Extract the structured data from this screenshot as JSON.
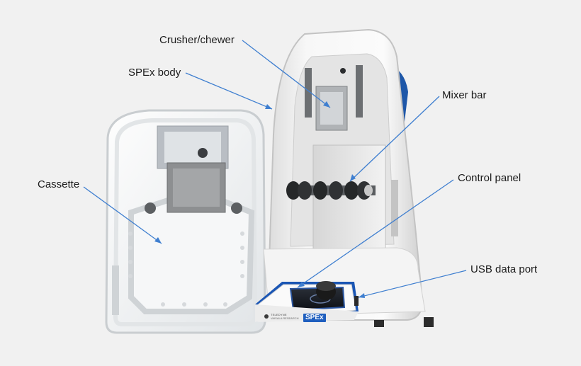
{
  "callouts": {
    "crusher": "Crusher/chewer",
    "body": "SPEx body",
    "mixer": "Mixer bar",
    "cassette": "Cassette",
    "control": "Control panel",
    "usb": "USB data port"
  },
  "device": {
    "brand_label": "SPEx",
    "maker_line1": "TELEDYNE",
    "maker_line2": "VAISALA RESEARCH"
  },
  "colors": {
    "background": "#f1f1f1",
    "leader_line": "#3f7fd0",
    "accent_blue": "#1f5fbf"
  }
}
